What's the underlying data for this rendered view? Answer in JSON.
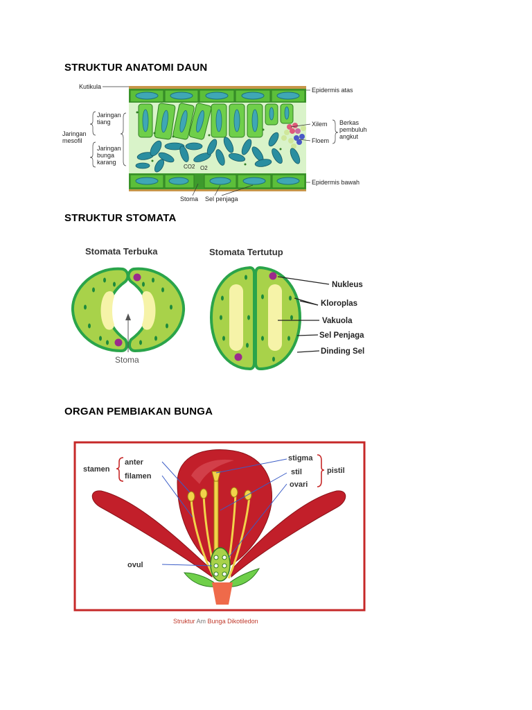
{
  "headings": {
    "leaf": "STRUKTUR ANATOMI DAUN",
    "stomata": "STRUKTUR STOMATA",
    "flower": "ORGAN PEMBIAKAN BUNGA"
  },
  "leaf_labels": {
    "kutikula": "Kutikula",
    "jaringan_tiang_1": "Jaringan",
    "jaringan_tiang_2": "tiang",
    "jaringan_mesofil_1": "Jaringan",
    "jaringan_mesofil_2": "mesofil",
    "jaringan_bunga_1": "Jaringan",
    "jaringan_bunga_2": "bunga",
    "jaringan_bunga_3": "karang",
    "co2": "CO2",
    "o2": "O2",
    "stoma": "Stoma",
    "sel_penjaga": "Sel penjaga",
    "epidermis_atas": "Epidermis atas",
    "xilem": "Xilem",
    "floem": "Floem",
    "berkas_1": "Berkas",
    "berkas_2": "pembuluh",
    "berkas_3": "angkut",
    "epidermis_bawah": "Epidermis bawah"
  },
  "stomata_labels": {
    "open_title": "Stomata Terbuka",
    "closed_title": "Stomata Tertutup",
    "stoma": "Stoma",
    "nukleus": "Nukleus",
    "kloroplas": "Kloroplas",
    "vakuola": "Vakuola",
    "sel_penjaga": "Sel Penjaga",
    "dinding_sel": "Dinding Sel"
  },
  "flower_labels": {
    "stamen": "stamen",
    "anter": "anter",
    "filamen": "filamen",
    "stigma": "stigma",
    "stil": "stil",
    "ovari": "ovari",
    "pistil": "pistil",
    "ovul": "ovul"
  },
  "caption": {
    "part1": "Struktur",
    "part2": "Am",
    "part3": "Bunga",
    "part4": "Dikotiledon"
  },
  "colors": {
    "cell_green": "#5cbf3a",
    "cell_fill": "#6fcf4a",
    "stomata_fill": "#a8d24a",
    "vacuole": "#f6f3a8",
    "nucleus": "#9b2a8c",
    "petal_red": "#c21f2a",
    "frame_red": "#c62828"
  }
}
